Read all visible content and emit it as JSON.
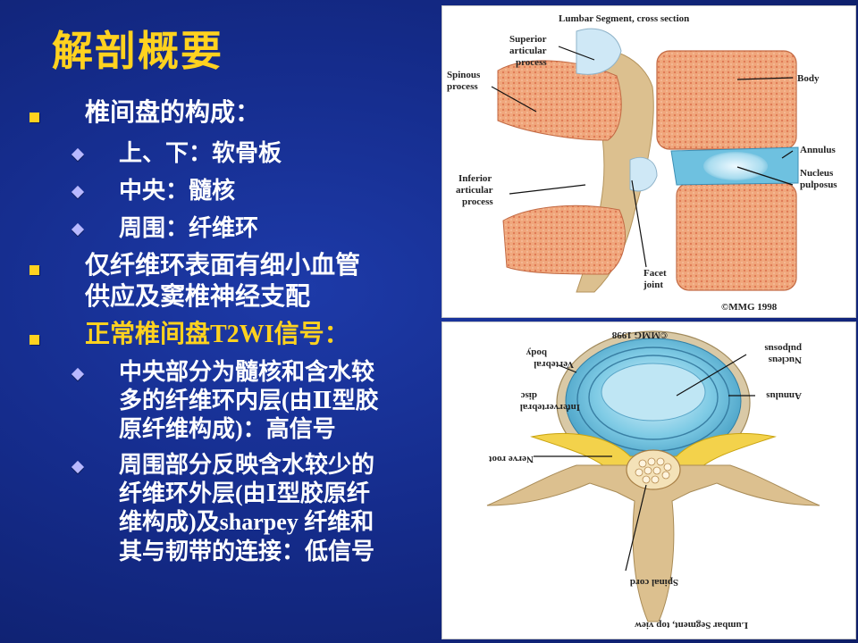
{
  "slide": {
    "title": "解剖概要",
    "bullets": [
      {
        "text": "椎间盘的构成：",
        "sub": [
          {
            "text": "上、下：软骨板"
          },
          {
            "text": "中央：髓核"
          },
          {
            "text": "周围：纤维环"
          }
        ]
      },
      {
        "lines": [
          "仅纤维环表面有细小血管",
          "供应及窦椎神经支配"
        ]
      },
      {
        "text": "正常椎间盘T2WI信号：",
        "sub": [
          {
            "lines": [
              "中央部分为髓核和含水较",
              "多的纤维环内层(由Ⅱ型胶",
              "原纤维构成)：高信号"
            ]
          },
          {
            "lines": [
              "周围部分反映含水较少的",
              "纤维环外层(由Ⅰ型胶原纤",
              "维构成)及sharpey 纤维和",
              "其与韧带的连接：低信号"
            ]
          }
        ]
      }
    ]
  },
  "figure_top": {
    "title": "Lumbar Segment, cross section",
    "labels": {
      "superior": [
        "Superior",
        "articular",
        "process"
      ],
      "spinous": [
        "Spinous",
        "process"
      ],
      "inferior": [
        "Inferior",
        "articular",
        "process"
      ],
      "facet": [
        "Facet",
        "joint"
      ],
      "body": "Body",
      "annulus": "Annulus",
      "nucleus": [
        "Nucleus",
        "pulposus"
      ],
      "copyright": "©MMG 1998"
    }
  },
  "figure_bottom": {
    "title": "Lumbar Segment, top view",
    "labels": {
      "copyright": "©MMG 1998",
      "vertebral": [
        "Vertebral",
        "body"
      ],
      "intervertebral": [
        "Intervertebral",
        "disc"
      ],
      "nerve": "Nerve root",
      "spinal": "Spinal cord",
      "nucleus": [
        "Nucleus",
        "pulposus"
      ],
      "annulus": "Annulus"
    }
  },
  "colors": {
    "title": "#ffd21f",
    "text": "#ffffff",
    "highlight": "#ffd21f",
    "bullet_square": "#ffd21f",
    "bullet_diamond": "#b8b8ff"
  }
}
